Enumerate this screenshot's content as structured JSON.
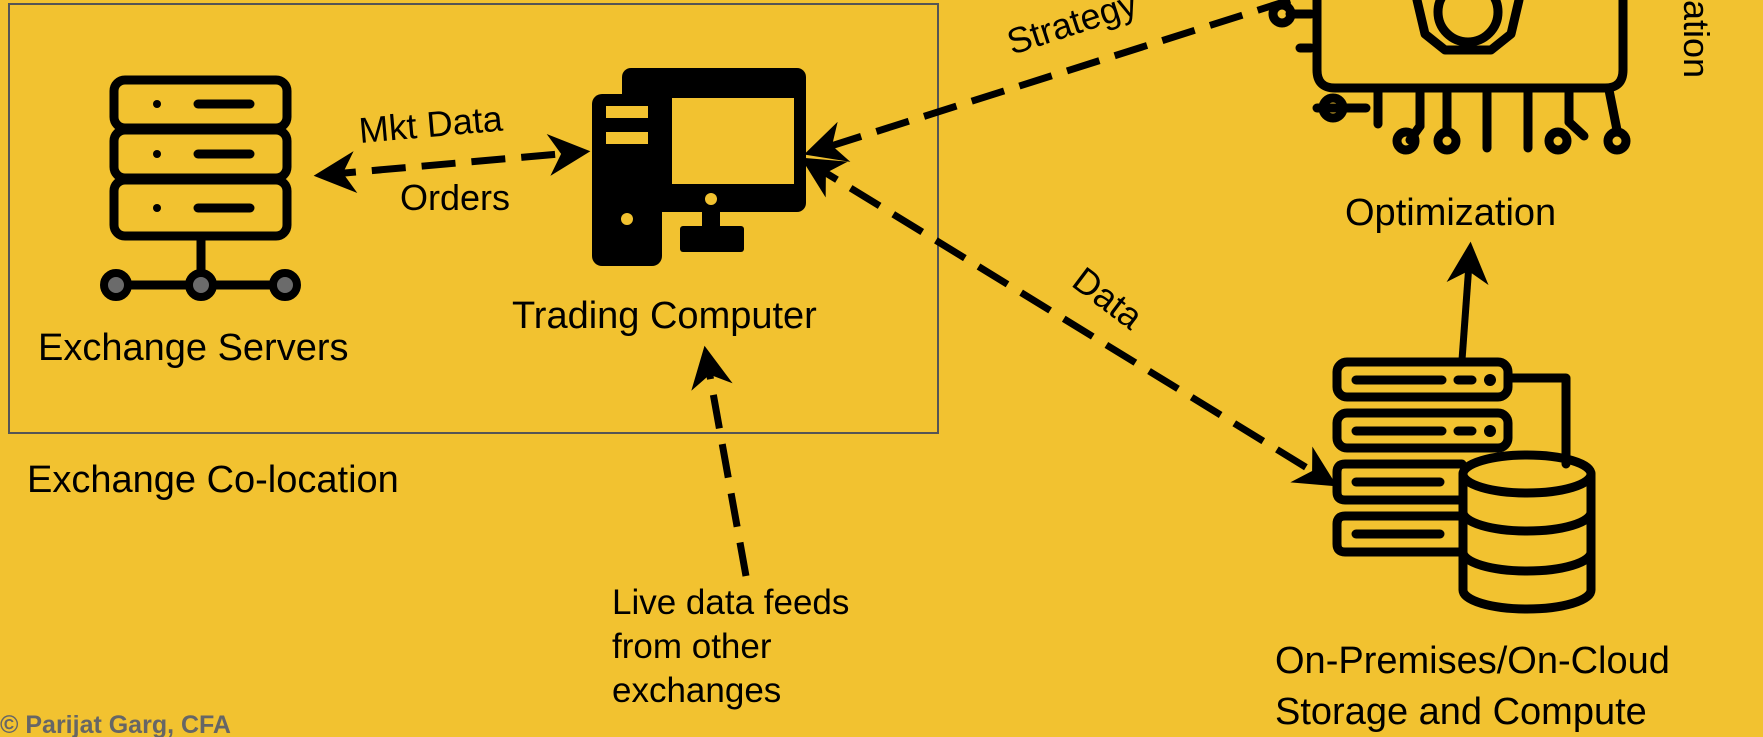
{
  "colors": {
    "background": "#F2C230",
    "foreground": "#000000",
    "box_border": "#555555",
    "copyright": "#666666"
  },
  "nodes": {
    "exchange_servers": {
      "label": "Exchange Servers",
      "icon": "server-rack-icon"
    },
    "trading_computer": {
      "label": "Trading Computer",
      "icon": "desktop-computer-icon"
    },
    "optimization": {
      "label": "Optimization",
      "icon": "chip-gear-icon"
    },
    "storage": {
      "label_line1": "On-Premises/On-Cloud",
      "label_line2": "Storage and Compute",
      "icon": "server-database-icon"
    }
  },
  "group": {
    "label": "Exchange Co-location"
  },
  "edges": {
    "mkt_data": "Mkt Data",
    "orders": "Orders",
    "strategy": "Strategy",
    "data": "Data",
    "vertical_cut": "ation",
    "feeds_line1": "Live data feeds",
    "feeds_line2": "from other",
    "feeds_line3": "exchanges"
  },
  "footer": {
    "copyright": "© Parijat Garg, CFA"
  }
}
